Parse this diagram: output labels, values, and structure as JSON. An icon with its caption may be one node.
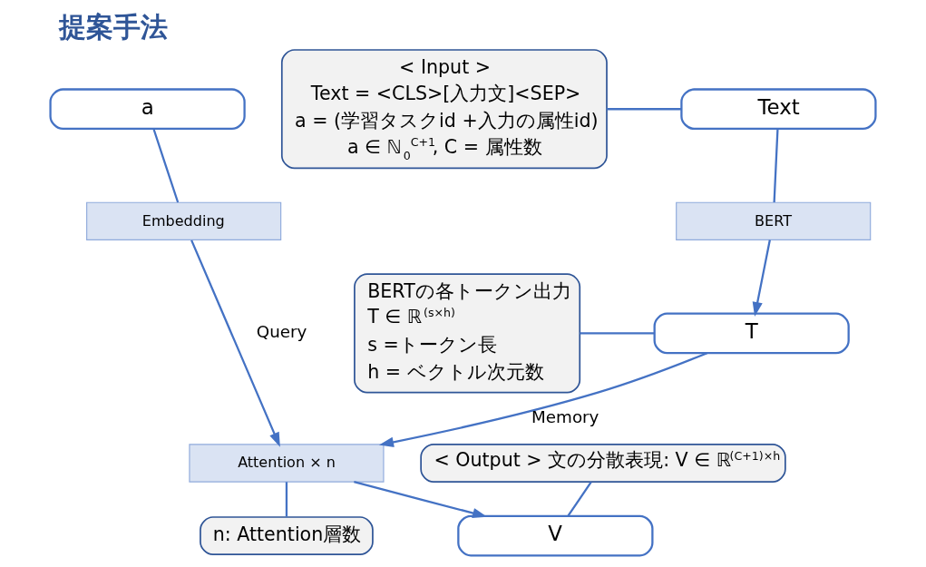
{
  "diagram": {
    "title": "提案手法",
    "nodes": [
      {
        "text": [
          "a"
        ]
      },
      {
        "text": [
          "Text"
        ]
      },
      {
        "text": [
          "Embedding"
        ]
      },
      {
        "text": [
          "BERT"
        ]
      },
      {
        "text": [
          "T"
        ]
      },
      {
        "text": [
          "Attention × n"
        ]
      },
      {
        "text": [
          "V"
        ]
      },
      {
        "text": [
          "< Input >",
          "Text = <CLS>[入力文]<SEP>",
          "a = (学習タスクid +入力の属性id)",
          "a ∈ ℕ$_{0}$$^{C+1}$, C = 属性数"
        ]
      },
      {
        "text": [
          "BERTの各トークン出力",
          "T ∈ ℝ$^{(s×h)}$",
          "s =トークン長",
          "h = ベクトル次元数"
        ]
      },
      {
        "text": [
          "n: Attention層数"
        ]
      },
      {
        "text": [
          "< Output > 文の分散表現: V ∈ ℝ$^{(C+1)×h}$"
        ]
      }
    ],
    "edges": [
      {
        "from": 0,
        "to": 2,
        "arrow": "none"
      },
      {
        "from": 2,
        "to": 5,
        "arrow": "to",
        "label": "Query"
      },
      {
        "from": 1,
        "to": 3,
        "arrow": "none"
      },
      {
        "from": 3,
        "to": 4,
        "arrow": "to"
      },
      {
        "from": 4,
        "to": 5,
        "arrow": "to",
        "label": "Memory"
      },
      {
        "from": 5,
        "to": 6,
        "arrow": "to"
      },
      {
        "from": 7,
        "to": 1,
        "arrow": "none"
      },
      {
        "from": 8,
        "to": 4,
        "arrow": "none"
      },
      {
        "from": 9,
        "to": 5,
        "arrow": "none"
      },
      {
        "from": 10,
        "to": 6,
        "arrow": "none"
      }
    ]
  }
}
